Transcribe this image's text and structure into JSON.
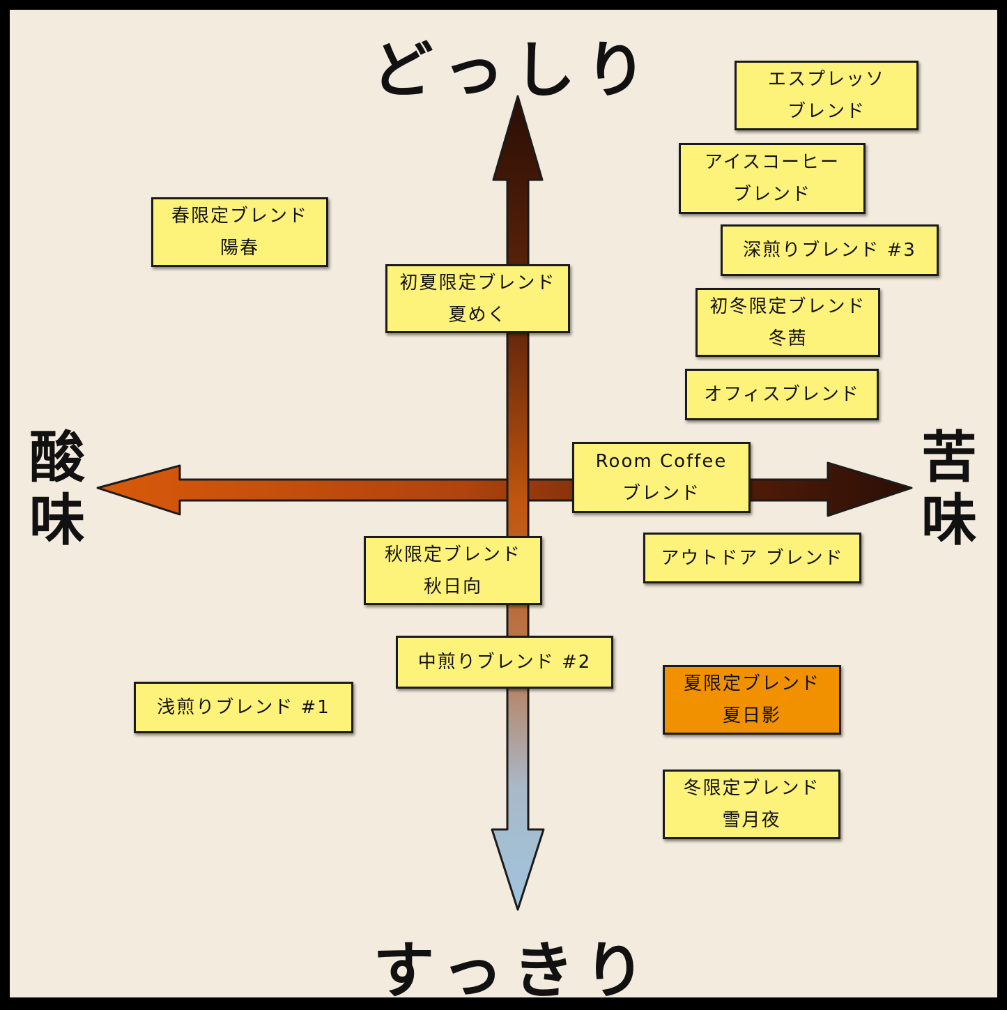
{
  "axes": {
    "top": "どっしり",
    "bottom": "すっきり",
    "left": "酸味",
    "right": "苦味"
  },
  "colors": {
    "background": "#f3ebde",
    "card": "#fdf27a",
    "highlight": "#f29100",
    "arrow_dark": "#2a0e05",
    "arrow_orange": "#d95a0a",
    "arrow_light_blue": "#9fc4de"
  },
  "blends": [
    {
      "line1": "エスプレッソ",
      "line2": "ブレンド",
      "highlight": false
    },
    {
      "line1": "アイスコーヒー",
      "line2": "ブレンド",
      "highlight": false
    },
    {
      "line1": "春限定ブレンド",
      "line2": "陽春",
      "highlight": false
    },
    {
      "line1": "深煎りブレンド #3",
      "line2": "",
      "highlight": false
    },
    {
      "line1": "初夏限定ブレンド",
      "line2": "夏めく",
      "highlight": false
    },
    {
      "line1": "初冬限定ブレンド",
      "line2": "冬茜",
      "highlight": false
    },
    {
      "line1": "オフィスブレンド",
      "line2": "",
      "highlight": false
    },
    {
      "line1": "Room Coffee",
      "line2": "ブレンド",
      "highlight": false
    },
    {
      "line1": "秋限定ブレンド",
      "line2": "秋日向",
      "highlight": false
    },
    {
      "line1": "アウトドア ブレンド",
      "line2": "",
      "highlight": false
    },
    {
      "line1": "中煎りブレンド #2",
      "line2": "",
      "highlight": false
    },
    {
      "line1": "夏限定ブレンド",
      "line2": "夏日影",
      "highlight": true
    },
    {
      "line1": "浅煎りブレンド #1",
      "line2": "",
      "highlight": false
    },
    {
      "line1": "冬限定ブレンド",
      "line2": "雪月夜",
      "highlight": false
    }
  ]
}
